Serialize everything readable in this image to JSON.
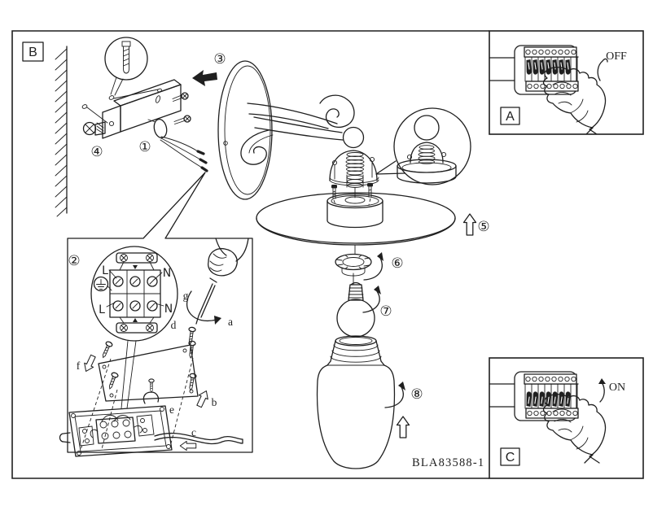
{
  "colors": {
    "ink": "#1f1f1f",
    "paper": "#ffffff"
  },
  "sheet": {
    "part_code": "BLA83588-1"
  },
  "main_panel": {
    "label": "B",
    "steps": {
      "1": "①",
      "2": "②",
      "3": "③",
      "4": "④",
      "5": "⑤",
      "6": "⑥",
      "7": "⑦",
      "8": "⑧"
    },
    "wiring_detail": {
      "live_top": "L",
      "neutral_top": "N",
      "live_bottom": "L",
      "neutral_bottom": "N",
      "callouts": {
        "a": "a",
        "b": "b",
        "c": "c",
        "d": "d",
        "e": "e",
        "f": "f",
        "g": "g"
      }
    }
  },
  "breaker_panel_off": {
    "label": "A",
    "status": "OFF"
  },
  "breaker_panel_on": {
    "label": "C",
    "status": "ON"
  }
}
